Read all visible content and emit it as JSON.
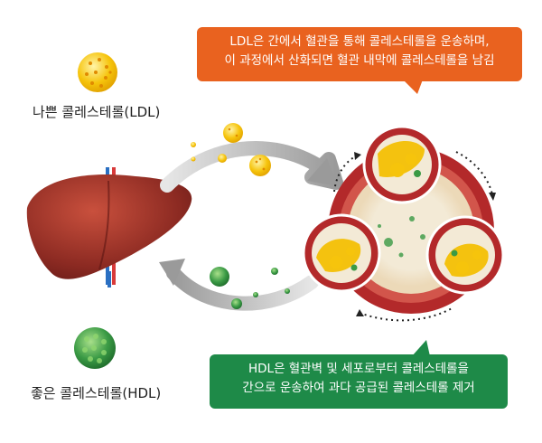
{
  "ldl": {
    "label": "나쁜 콜레스테롤(LDL)",
    "color": "#f4c20f"
  },
  "hdl": {
    "label": "좋은 콜레스테롤(HDL)",
    "color": "#3a9a45"
  },
  "ldl_callout": {
    "line1": "LDL은 간에서 혈관을 통해 콜레스테롤을 운송하며,",
    "line2": "이 과정에서 산화되면 혈관 내막에 콜레스테롤을 남김",
    "color": "#e9621f"
  },
  "hdl_callout": {
    "line1": "HDL은 혈관벽 및 세포로부터 콜레스테롤을",
    "line2": "간으로 운송하여 과다 공급된 콜레스테롤 제거",
    "color": "#1e8a48"
  },
  "icons": [
    "liver-icon",
    "ldl-particle-icon",
    "hdl-particle-icon",
    "artery-cross-section-icon",
    "flow-arrow-icon"
  ]
}
